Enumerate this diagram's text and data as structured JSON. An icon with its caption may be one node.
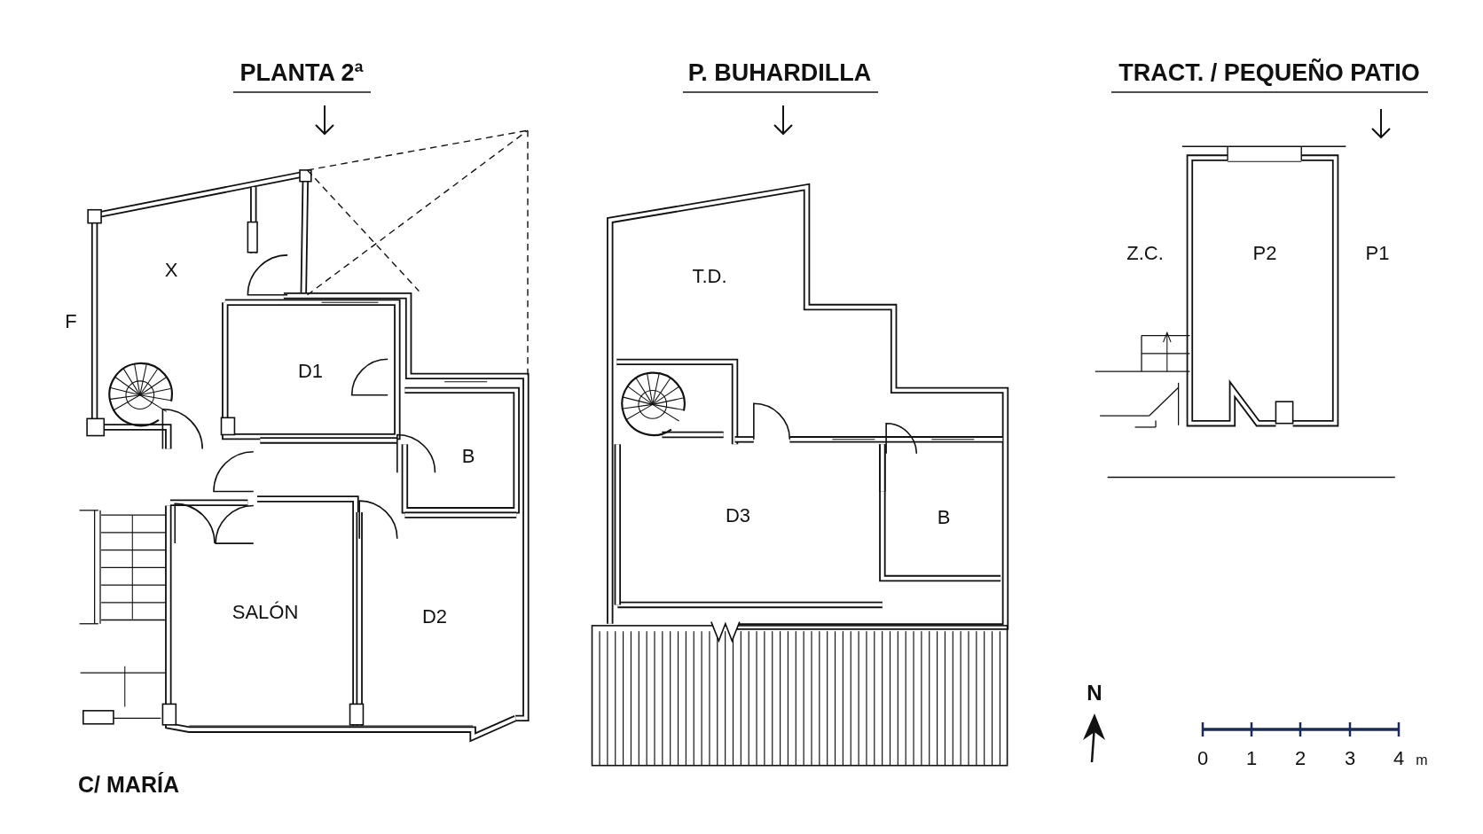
{
  "diagram": {
    "labels": [
      "PLANTA 2ª",
      "P. BUHARDILLA",
      "TRACT. / PEQUEÑO PATIO",
      "Z.C.",
      "P2",
      "P1",
      "T.D.",
      "X",
      "F",
      "D1",
      "B",
      "D3",
      "B",
      "SALÓN",
      "D2",
      "N",
      "0",
      "1",
      "2",
      "3",
      "4",
      "m",
      "C/ MARÍA"
    ]
  }
}
